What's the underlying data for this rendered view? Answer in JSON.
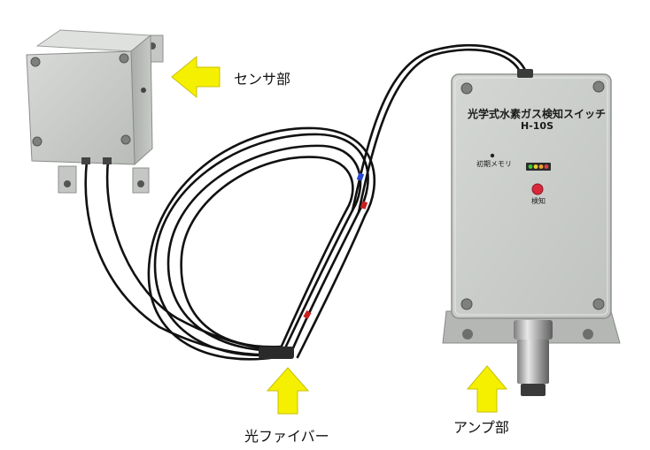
{
  "labels": {
    "sensor": "センサ部",
    "fiber": "光ファイバー",
    "amp": "アンプ部"
  },
  "amp_panel": {
    "title": "光学式水素ガス検知スイッチ",
    "model": "H-10S",
    "init_memory": "初期メモリ",
    "detect": "検知"
  },
  "colors": {
    "arrow": "#f5f000",
    "enclosure": "#c9ccc9",
    "cable": "#111111",
    "detect_button": "#d8283a"
  }
}
